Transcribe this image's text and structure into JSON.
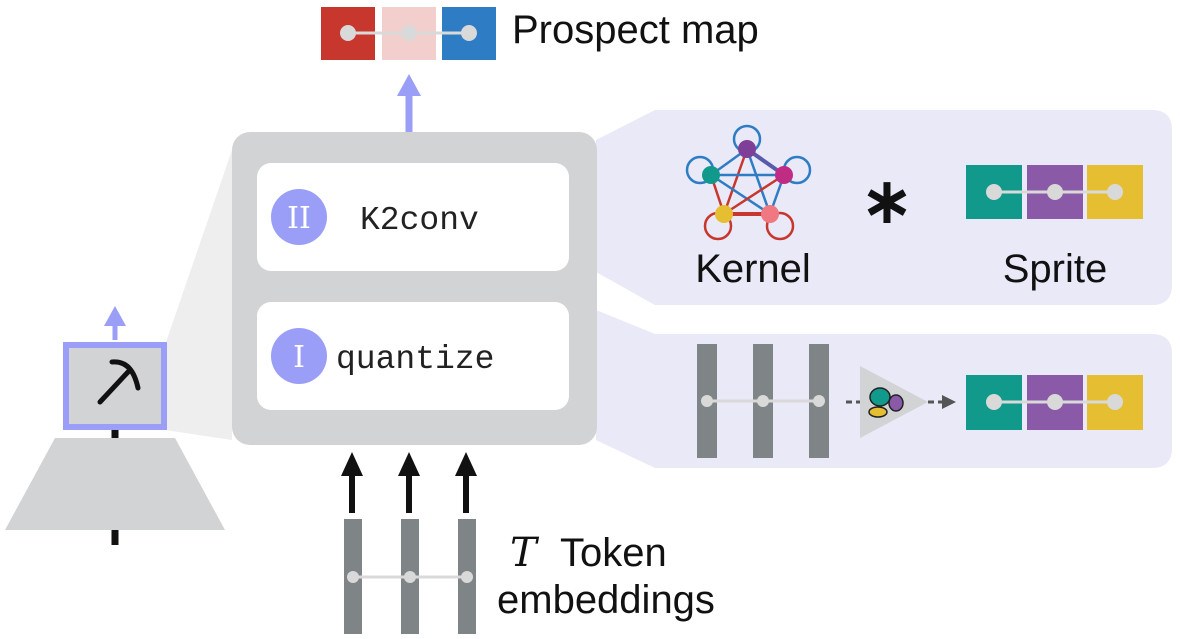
{
  "output": {
    "label": "Prospect map",
    "colors": [
      "#c8372d",
      "#f2cfcc",
      "#2e7cc4"
    ]
  },
  "stages": [
    {
      "numeral": "II",
      "name": "K2conv"
    },
    {
      "numeral": "I",
      "name": "quantize"
    }
  ],
  "k2conv_detail": {
    "kernel_label": "Kernel",
    "operator": "∗",
    "sprite_label": "Sprite",
    "sprite_colors": [
      "#119a8c",
      "#8a5aa8",
      "#e5bf31"
    ]
  },
  "quantize_detail": {
    "sprite_colors": [
      "#119a8c",
      "#8a5aa8",
      "#e5bf31"
    ]
  },
  "input": {
    "symbol": "T",
    "line1": "Token",
    "line2": "embeddings"
  },
  "colors": {
    "accent": "#9b9ef7",
    "panel": "#d1d3d4",
    "detail_bg": "#e9e9f8",
    "bar": "#7f8486",
    "node": "#d9d9d9"
  },
  "icons": [
    "pickaxe-icon",
    "kernel-graph-icon",
    "quantizer-icon"
  ]
}
